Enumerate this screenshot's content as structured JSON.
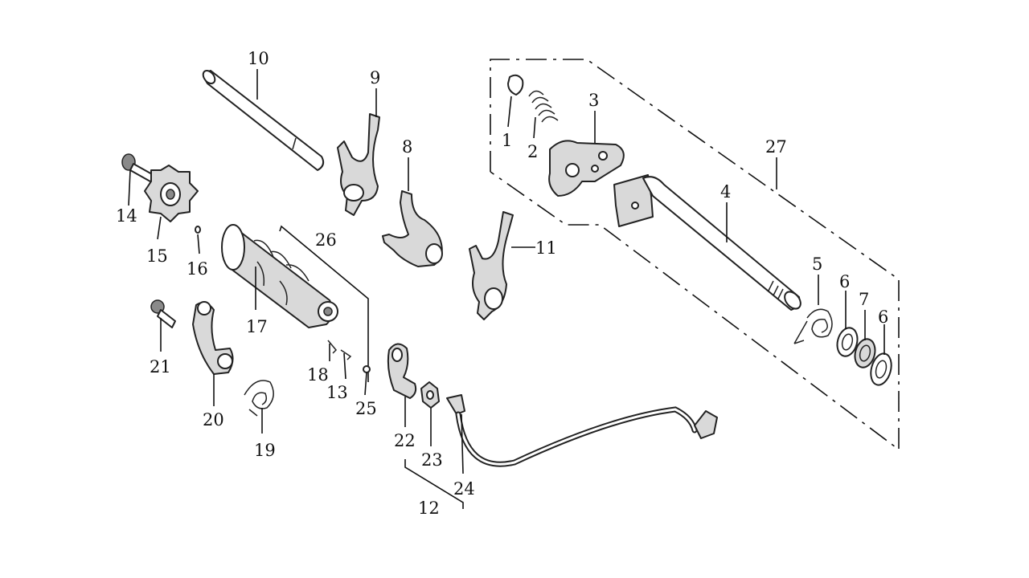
{
  "diagram": {
    "labels": {
      "p1": "1",
      "p2": "2",
      "p3": "3",
      "p4": "4",
      "p5": "5",
      "p6a": "6",
      "p6b": "6",
      "p7": "7",
      "p8": "8",
      "p9": "9",
      "p10": "10",
      "p11": "11",
      "p12": "12",
      "p13": "13",
      "p14": "14",
      "p15": "15",
      "p16": "16",
      "p17": "17",
      "p18": "18",
      "p19": "19",
      "p20": "20",
      "p21": "21",
      "p22": "22",
      "p23": "23",
      "p24": "24",
      "p25": "25",
      "p26": "26",
      "p27": "27"
    }
  }
}
